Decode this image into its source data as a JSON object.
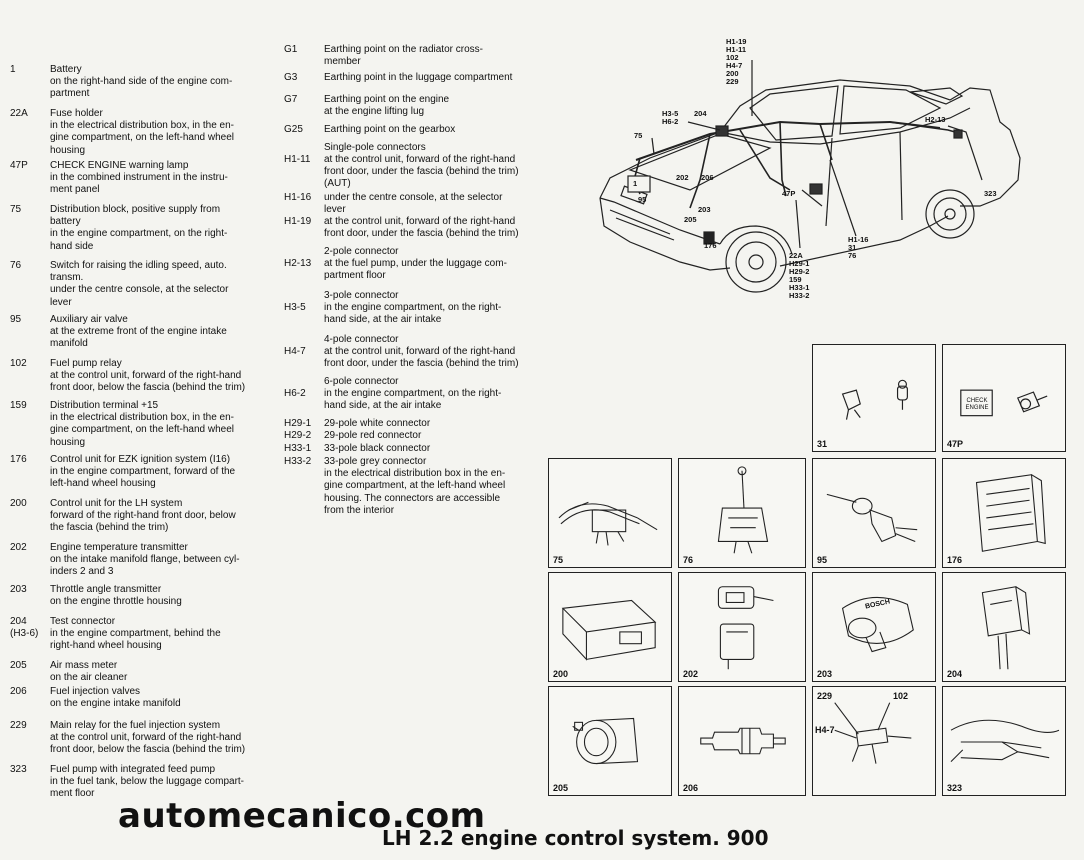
{
  "legend_left": [
    {
      "code": "1",
      "lines": [
        "Battery",
        "on the right-hand side of the engine com-",
        "partment"
      ]
    },
    {
      "code": "22A",
      "lines": [
        "Fuse holder",
        "in the electrical distribution box, in the en-",
        "gine compartment, on the left-hand wheel",
        "housing"
      ]
    },
    {
      "code": "47P",
      "lines": [
        "CHECK ENGINE warning lamp",
        "in the combined instrument in the instru-",
        "ment panel"
      ]
    },
    {
      "code": "75",
      "lines": [
        "Distribution block, positive supply from",
        "battery",
        "in the engine compartment, on the right-",
        "hand side"
      ]
    },
    {
      "code": "76",
      "lines": [
        "Switch for raising the idling speed, auto.",
        "transm.",
        "under the centre console, at the selector",
        "lever"
      ]
    },
    {
      "code": "95",
      "lines": [
        "Auxiliary air valve",
        "at the extreme front of the engine intake",
        "manifold"
      ]
    },
    {
      "code": "102",
      "lines": [
        "Fuel pump relay",
        "at the control unit, forward of the right-hand",
        "front door, below the fascia (behind the trim)"
      ]
    },
    {
      "code": "159",
      "lines": [
        "Distribution terminal +15",
        "in the electrical distribution box, in the en-",
        "gine compartment, on the left-hand wheel",
        "housing"
      ]
    },
    {
      "code": "176",
      "lines": [
        "Control unit for EZK ignition system (I16)",
        "in the engine compartment, forward of the",
        "left-hand wheel housing"
      ]
    },
    {
      "code": "200",
      "lines": [
        "Control unit for the LH system",
        "forward of the right-hand front door, below",
        "the fascia (behind the trim)"
      ]
    },
    {
      "code": "202",
      "lines": [
        "Engine temperature transmitter",
        "on the intake manifold flange, between cyl-",
        "inders 2 and 3"
      ]
    },
    {
      "code": "203",
      "lines": [
        "Throttle angle transmitter",
        "on the engine throttle housing"
      ]
    },
    {
      "code": "204",
      "code2": "(H3-6)",
      "lines": [
        "Test connector",
        "in the engine compartment, behind the",
        "right-hand wheel housing"
      ]
    },
    {
      "code": "205",
      "lines": [
        "Air mass meter",
        "on the air cleaner"
      ]
    },
    {
      "code": "206",
      "lines": [
        "Fuel injection valves",
        "on the engine intake manifold"
      ]
    },
    {
      "code": "229",
      "lines": [
        "Main relay for the fuel injection system",
        "at the control unit, forward of the right-hand",
        "front door, below the fascia (behind the trim)"
      ]
    },
    {
      "code": "323",
      "lines": [
        "Fuel pump with integrated feed pump",
        "in the fuel tank, below the luggage compart-",
        "ment floor"
      ]
    }
  ],
  "legend_mid": [
    {
      "code": "G1",
      "lines": [
        "Earthing point on the radiator cross-",
        "member"
      ]
    },
    {
      "code": "G3",
      "lines": [
        "Earthing point in the luggage compartment"
      ]
    },
    {
      "code": "G7",
      "lines": [
        "Earthing point on the engine",
        "at the engine lifting lug"
      ]
    },
    {
      "code": "G25",
      "lines": [
        "Earthing point on the gearbox"
      ]
    },
    {
      "code": "",
      "lines": [
        "Single-pole connectors"
      ]
    },
    {
      "code": "H1-11",
      "lines": [
        "at the control unit, forward of the right-hand",
        "front door, under the fascia (behind the trim)",
        "(AUT)"
      ]
    },
    {
      "code": "H1-16",
      "lines": [
        "under the centre console, at the selector",
        "lever"
      ]
    },
    {
      "code": "H1-19",
      "lines": [
        "at the control unit, forward of the right-hand",
        "front door, under the fascia (behind the trim)"
      ]
    },
    {
      "code": "",
      "lines": [
        "2-pole connector"
      ]
    },
    {
      "code": "H2-13",
      "lines": [
        "at the fuel pump, under the luggage com-",
        "partment floor"
      ]
    },
    {
      "code": "",
      "lines": [
        "3-pole connector"
      ]
    },
    {
      "code": "H3-5",
      "lines": [
        "in the engine compartment, on the right-",
        "hand side, at the air intake"
      ]
    },
    {
      "code": "",
      "lines": [
        "4-pole connector"
      ]
    },
    {
      "code": "H4-7",
      "lines": [
        "at the control unit, forward of the right-hand",
        "front door, under the fascia (behind the trim)"
      ]
    },
    {
      "code": "",
      "lines": [
        "6-pole connector"
      ]
    },
    {
      "code": "H6-2",
      "lines": [
        "in the engine compartment, on the right-",
        "hand side, at the air intake"
      ]
    },
    {
      "code": "H29-1",
      "lines": [
        "29-pole white connector"
      ]
    },
    {
      "code": "H29-2",
      "lines": [
        "29-pole red connector"
      ]
    },
    {
      "code": "H33-1",
      "lines": [
        "33-pole black connector"
      ]
    },
    {
      "code": "H33-2",
      "lines": [
        "33-pole grey connector",
        "in the electrical distribution box in the en-",
        "gine compartment, at the left-hand wheel",
        "housing. The connectors are accessible",
        "from the interior"
      ]
    }
  ],
  "car_labels": {
    "top_stack": [
      "H1-19",
      "H1-11",
      "102",
      "H4-7",
      "200",
      "229"
    ],
    "h35": "H3-5",
    "h62": "H6-2",
    "c204": "204",
    "c75": "75",
    "c1": "1",
    "c95": "95",
    "c202": "202",
    "c206": "206",
    "c203": "203",
    "c205": "205",
    "c176": "176",
    "c47p": "47P",
    "h213": "H2-13",
    "c323": "323",
    "h116_stack": [
      "H1-16",
      "31",
      "76"
    ],
    "c22a_stack": [
      "22A",
      "H29-1",
      "H29-2",
      "159",
      "H33-1",
      "H33-2"
    ]
  },
  "panels": {
    "p31": "31",
    "p47p": "47P",
    "check_engine": [
      "CHECK",
      "ENGINE"
    ],
    "p75": "75",
    "p76": "76",
    "p95": "95",
    "p176": "176",
    "p200": "200",
    "p202": "202",
    "p203": "203",
    "bosch": "BOSCH",
    "p204": "204",
    "p205": "205",
    "p206": "206",
    "p229": "229",
    "p102": "102",
    "h47": "H4-7",
    "p323": "323"
  },
  "watermark": "automecanico.com",
  "caption": "LH 2.2 engine control system. 900"
}
